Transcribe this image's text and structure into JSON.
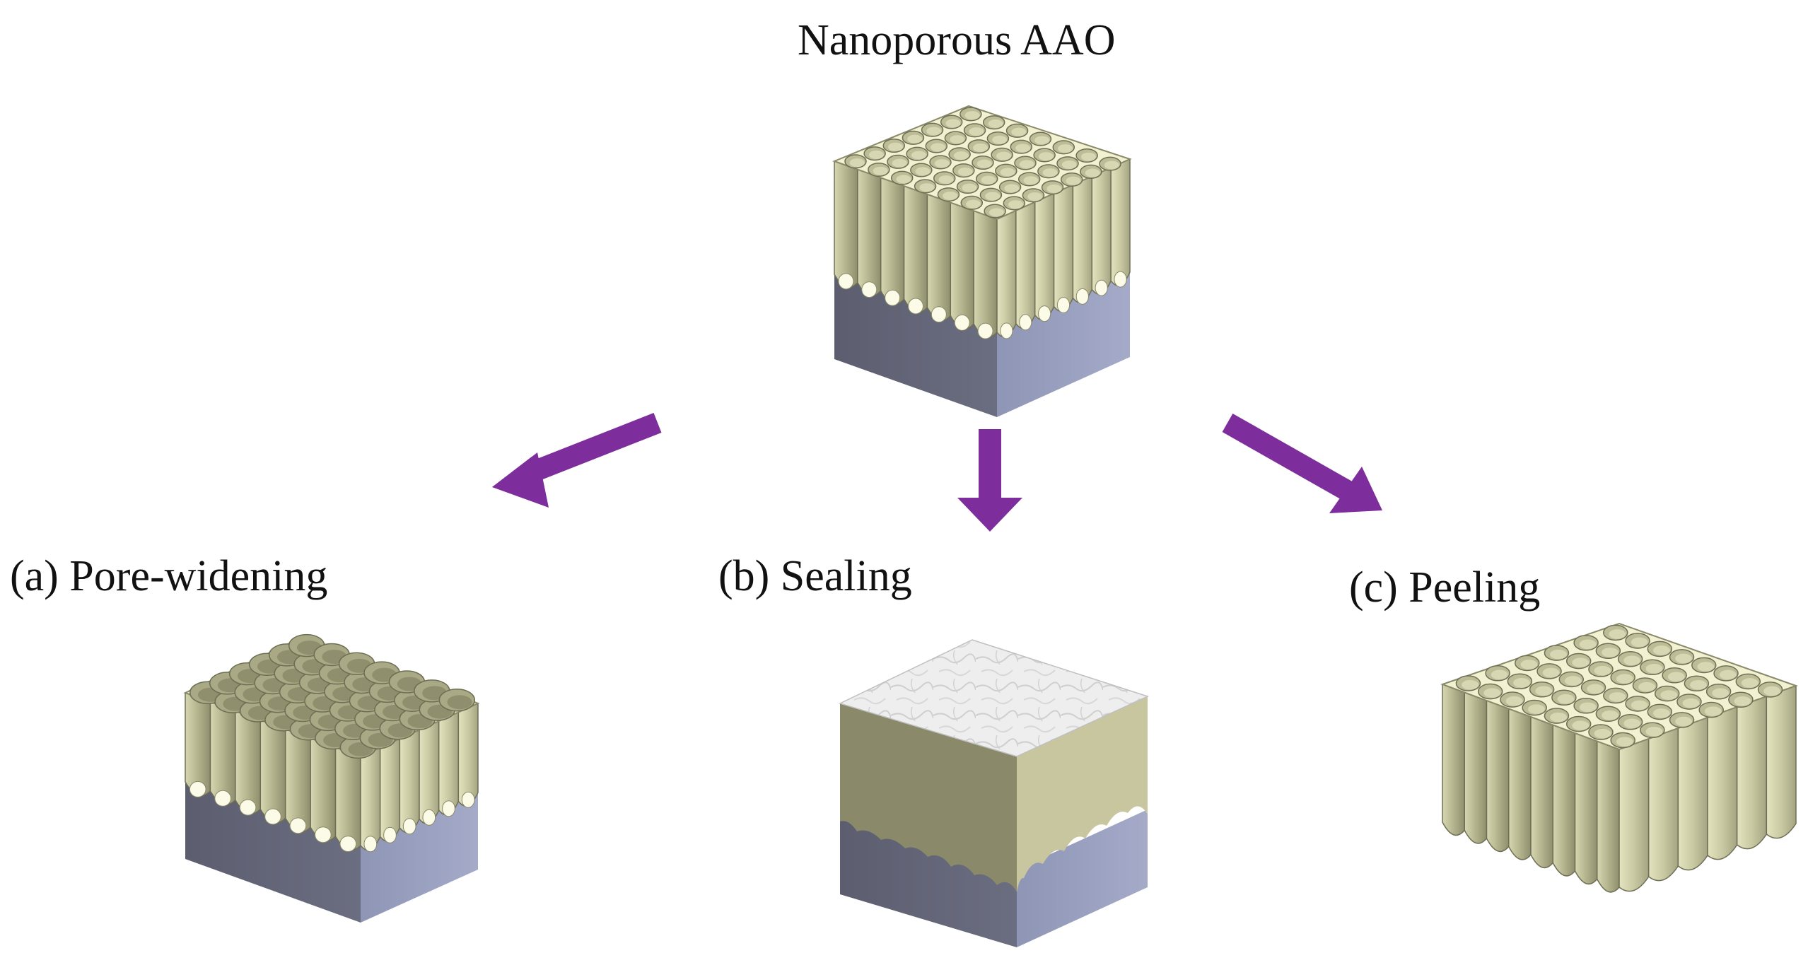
{
  "title": "Nanoporous AAO",
  "branches": [
    {
      "label": "(a) Pore-widening"
    },
    {
      "label": "(b) Sealing"
    },
    {
      "label": "(c) Peeling"
    }
  ],
  "colors": {
    "arrow": "#7E2E9C",
    "oxide": "#F1F1CF",
    "oxide_side": "#C8C8A0",
    "oxide_dark": "#A9A985",
    "substrate_left": "#636577",
    "substrate_right": "#9AA0BF",
    "sealed_top": "#EFEFEF",
    "sealed_left": "#8B8B6A",
    "sealed_right": "#C7C59E"
  }
}
